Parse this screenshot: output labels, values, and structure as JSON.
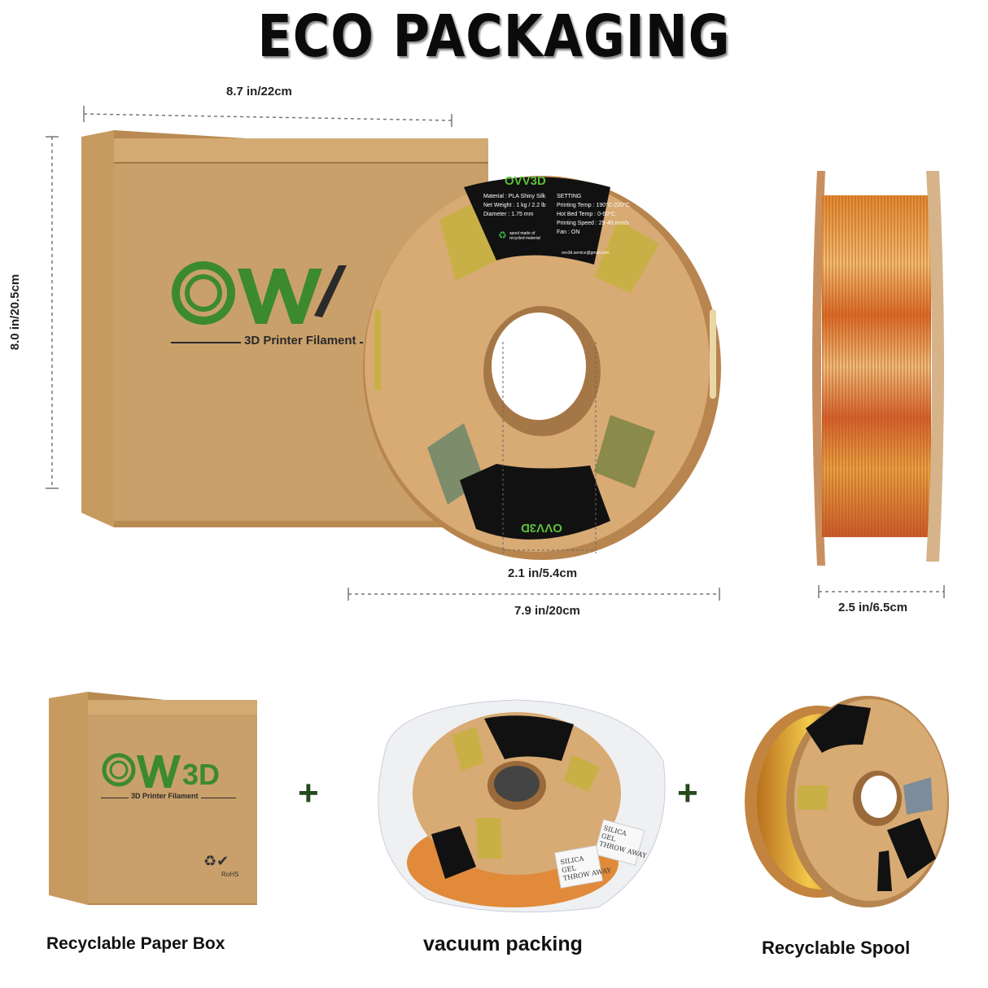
{
  "title": "ECO PACKAGING",
  "dimensions": {
    "box_width": "8.7 in/22cm",
    "box_height": "8.0 in/20.5cm",
    "spool_hole": "2.1 in/5.4cm",
    "spool_diameter": "7.9 in/20cm",
    "spool_width": "2.5 in/6.5cm"
  },
  "box_brand": {
    "logo": "OW3D",
    "tagline_large": "3D Printer Filament",
    "tagline_small": "3D Printer Filament",
    "rohs": "RoHS"
  },
  "spool_label": {
    "brand": "OVV3D",
    "material": "Material : PLA Shiny Silk",
    "net_weight": "Net Weight : 1 kg / 2.2 lb",
    "diameter": "Diameter : 1.75 mm",
    "setting": "SETTING",
    "printing_temp": "Printing Temp : 190°C-220°C",
    "bed_temp": "Hot Bed Temp : 0-60°C",
    "speed": "Printing Speed : 25-45 mm/s",
    "fan": "Fan : ON",
    "recycled": "spool made of recycled material",
    "email": "ovv3d.service@gmail.com"
  },
  "silica": {
    "line1": "SILICA",
    "line2": "GEL",
    "line3": "THROW AWAY"
  },
  "captions": {
    "box": "Recyclable Paper Box",
    "vacuum": "vacuum packing",
    "spool": "Recyclable Spool"
  },
  "plus_sign": "+",
  "colors": {
    "kraft": "#c9a06a",
    "kraft_dark": "#a87d47",
    "logo_green": "#3c8a2e",
    "label_black": "#111111",
    "filament_orange": "#e0782a",
    "filament_gold": "#e6b43a"
  }
}
